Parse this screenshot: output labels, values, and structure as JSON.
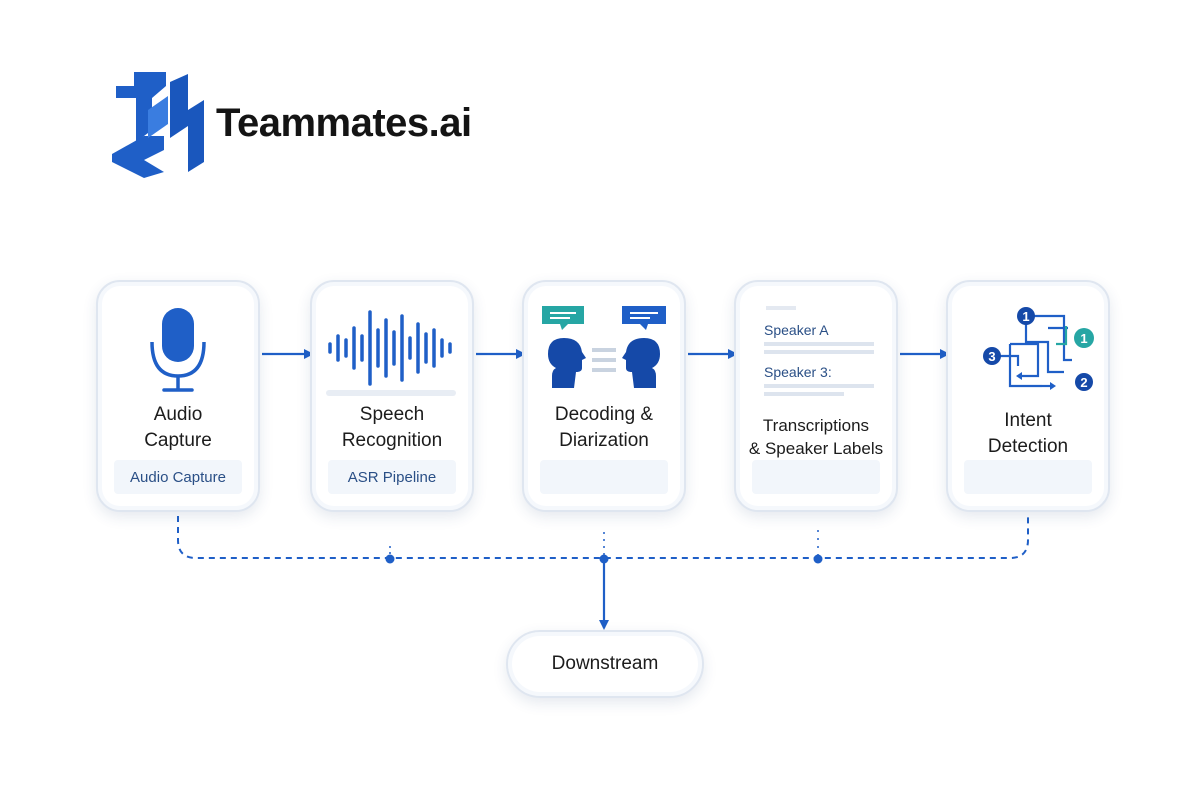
{
  "brand": {
    "name": "Teammates.ai",
    "color": "#1f5fc7"
  },
  "stages": [
    {
      "title": "Audio\nCapture",
      "footer": "Audio Capture",
      "icon": "microphone-icon"
    },
    {
      "title": "Speech\nRecognition",
      "footer": "ASR Pipeline",
      "icon": "sound-wave-icon"
    },
    {
      "title": "Decoding &\nDiarization",
      "footer": "",
      "icon": "two-speakers-chat-icon"
    },
    {
      "title": "Transcriptions\n& Speaker Labels",
      "footer": "",
      "icon": "transcript-icon",
      "transcript_lines": [
        "Speaker A",
        "Speaker 3:"
      ]
    },
    {
      "title": "Intent\nDetection",
      "footer": "",
      "icon": "intent-graph-icon",
      "node_labels": [
        "1",
        "1",
        "3",
        "2"
      ]
    }
  ],
  "downstream": {
    "label": "Downstream"
  },
  "colors": {
    "accent": "#1f5fc7",
    "dark_blue": "#1549a8",
    "teal": "#26a6a4",
    "border": "#dfe6f0",
    "footer_text": "#2a4f86"
  }
}
